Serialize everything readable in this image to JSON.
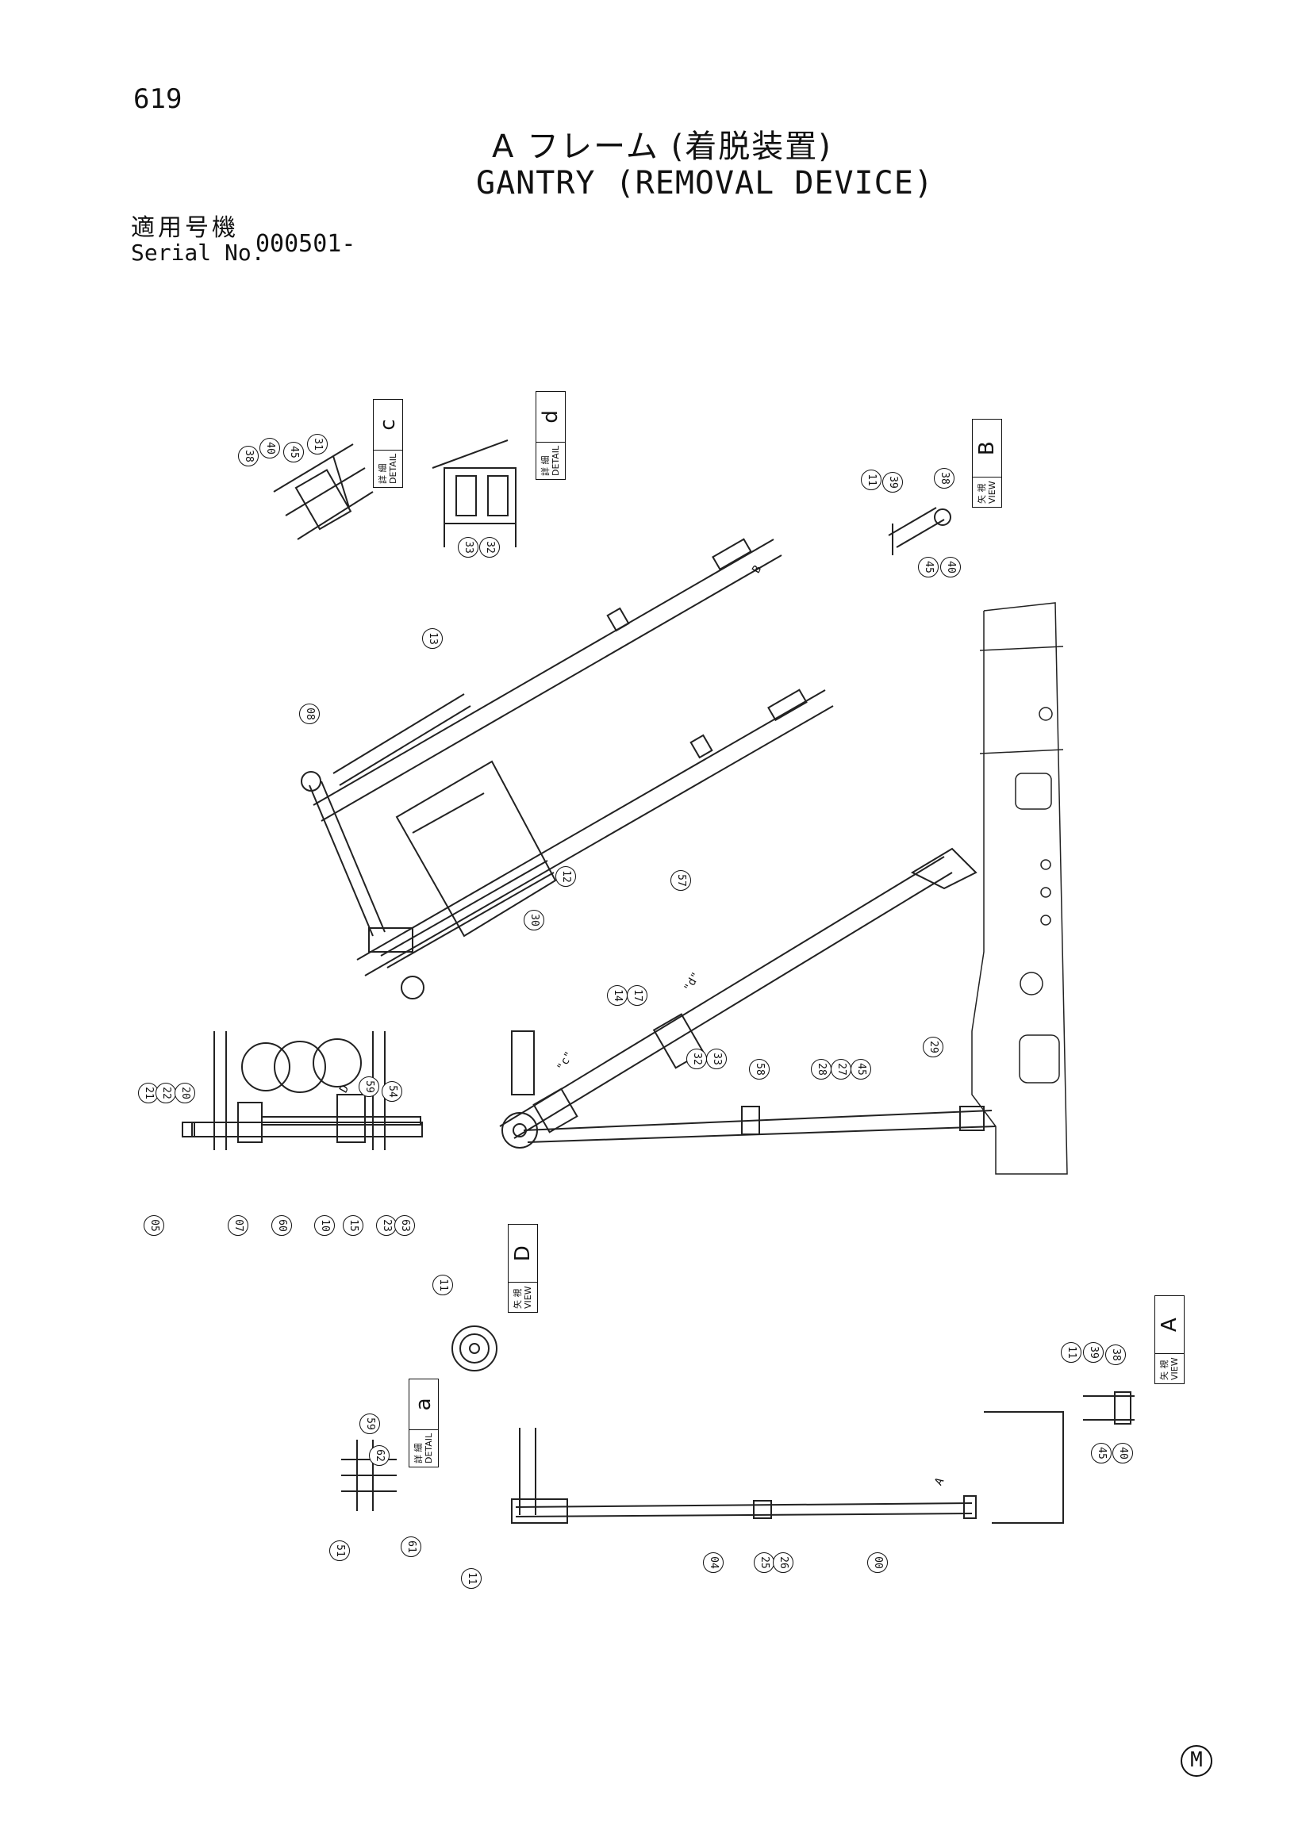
{
  "page": {
    "number": "619"
  },
  "title": {
    "jp": "A フレーム (着脱装置)",
    "en": "GANTRY (REMOVAL DEVICE)"
  },
  "serial": {
    "label_jp": "適用号機",
    "label_en": "Serial No.",
    "value": "000501-"
  },
  "views": [
    {
      "id": "detail-c",
      "jp": "詳 細",
      "en": "DETAIL",
      "letter": "c"
    },
    {
      "id": "detail-d",
      "jp": "詳 細",
      "en": "DETAIL",
      "letter": "d"
    },
    {
      "id": "view-b",
      "jp": "矢 視",
      "en": "VIEW",
      "letter": "B"
    },
    {
      "id": "view-d",
      "jp": "矢 視",
      "en": "VIEW",
      "letter": "D"
    },
    {
      "id": "detail-a",
      "jp": "詳 細",
      "en": "DETAIL",
      "letter": "a"
    },
    {
      "id": "view-a",
      "jp": "矢 視",
      "en": "VIEW",
      "letter": "A"
    }
  ],
  "refs": {
    "dc": [
      "38",
      "40",
      "45",
      "31"
    ],
    "dd": [
      "33",
      "32"
    ],
    "vb": [
      "11",
      "39",
      "38",
      "45",
      "40"
    ],
    "main": [
      "13",
      "08",
      "12",
      "57",
      "30"
    ],
    "mid": [
      "14",
      "17",
      "32",
      "33",
      "58",
      "28",
      "27",
      "45",
      "29"
    ],
    "left": [
      "21",
      "22",
      "20",
      "59",
      "54",
      "05",
      "07",
      "60",
      "10",
      "15",
      "23",
      "63"
    ],
    "vd": [
      "11"
    ],
    "da": [
      "59",
      "62",
      "51",
      "61"
    ],
    "bottom": [
      "11",
      "04",
      "25",
      "26",
      "00"
    ],
    "va": [
      "11",
      "39",
      "38",
      "45",
      "40"
    ]
  },
  "callouts": {
    "b": "B",
    "d": "\"d\"",
    "c": "\"c\"",
    "D": "D",
    "A": "A"
  },
  "corner_mark": "M"
}
